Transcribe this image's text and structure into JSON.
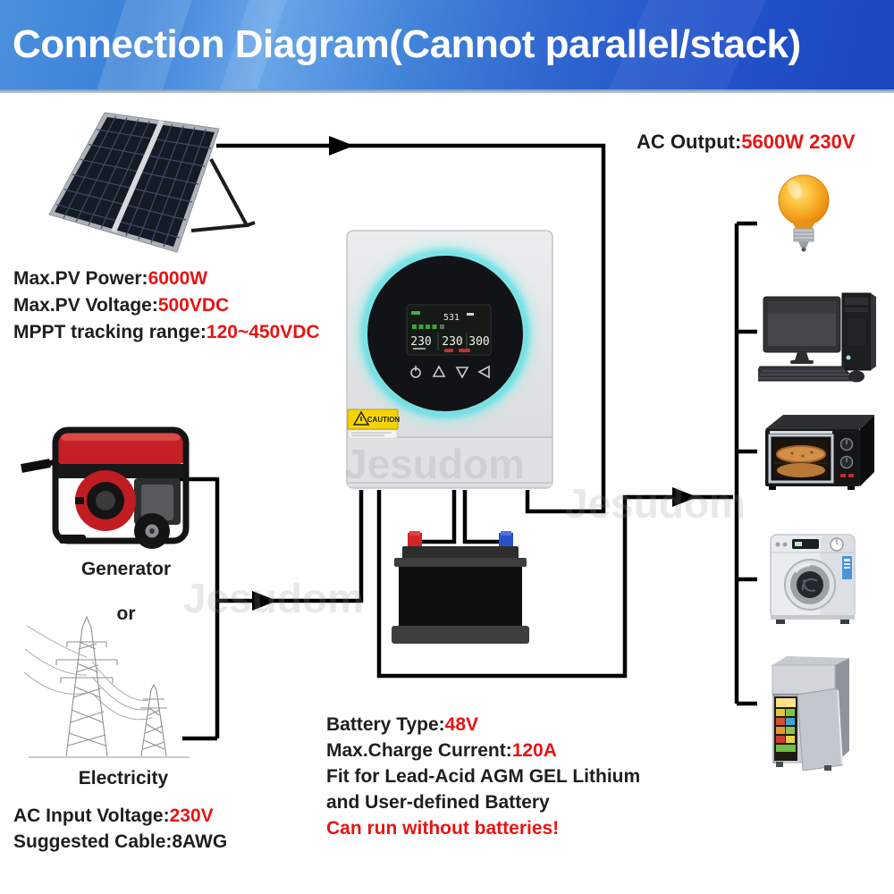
{
  "title": "Connection Diagram(Cannot parallel/stack)",
  "colors": {
    "value_red": "#e81414",
    "text_black": "#1e1e1e",
    "wire_black": "#000000",
    "banner_blue_left": "#4a90dd",
    "banner_blue_right": "#1a46c0",
    "inverter_glow_cyan": "#3fdfe2",
    "battery_positive_terminal": "#d42525",
    "battery_negative_terminal": "#2a52c8"
  },
  "ac_output": {
    "label": "AC Output:",
    "value": "5600W 230V"
  },
  "pv": {
    "power_label": "Max.PV Power:",
    "power_value": "6000W",
    "voltage_label": "Max.PV Voltage:",
    "voltage_value": "500VDC",
    "mppt_label": "MPPT tracking range:",
    "mppt_value": "120~450VDC"
  },
  "sources": {
    "generator": "Generator",
    "or": "or",
    "electricity": "Electricity"
  },
  "ac_input": {
    "label": "AC Input Voltage:",
    "value": "230V",
    "cable": "Suggested Cable:8AWG"
  },
  "battery": {
    "type_label": "Battery Type:",
    "type_value": "48V",
    "current_label": "Max.Charge Current:",
    "current_value": "120A",
    "fit_line1": "Fit for Lead-Acid AGM GEL Lithium",
    "fit_line2": "and User-defined Battery",
    "note": "Can run without batteries!"
  },
  "inverter": {
    "caution": "CAUTION",
    "lcd_top": "531",
    "lcd_values": [
      "230",
      "230",
      "300"
    ]
  },
  "watermark": "Jesudom"
}
